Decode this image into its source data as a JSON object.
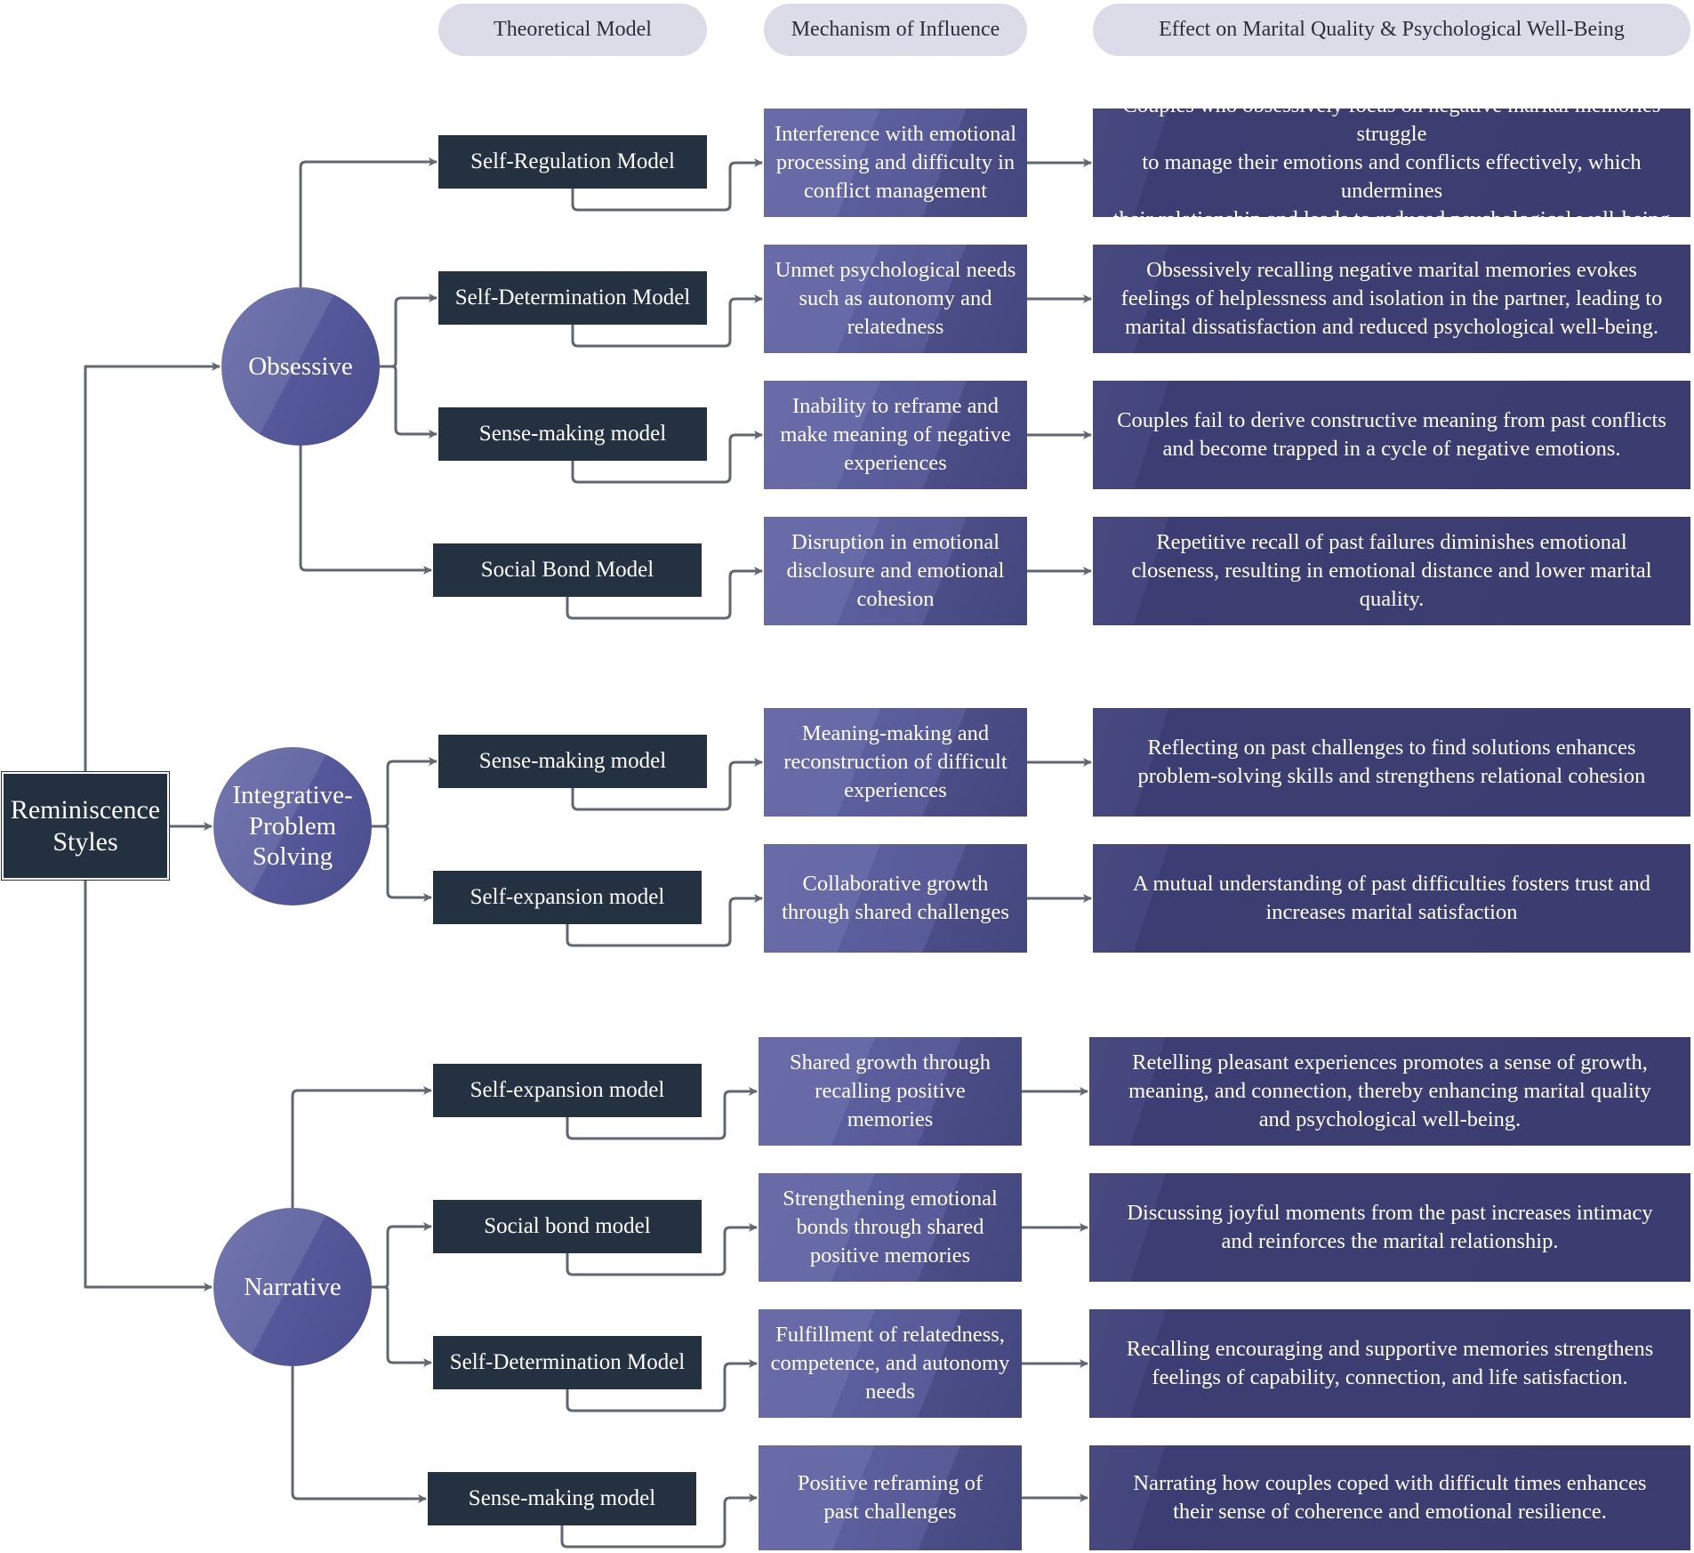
{
  "headers": {
    "theoretical_model": "Theoretical Model",
    "mechanism": "Mechanism of Influence",
    "effect": "Effect on Marital Quality & Psychological Well-Being"
  },
  "root": {
    "label_line1": "Reminiscence",
    "label_line2": "Styles"
  },
  "colors": {
    "root_fill": "#233040",
    "model_fill": "#243140",
    "circle_fill": "#6568a4",
    "mechanism_fill": "#5f62a0",
    "effect_fill": "#3e4075",
    "connector": "#5f6770",
    "header_fill": "#dcdce9"
  },
  "styles": [
    {
      "label_lines": [
        "Obsessive"
      ],
      "branches": [
        {
          "model": "Self-Regulation Model",
          "mechanism": [
            "Interference with emotional",
            "processing and difficulty in",
            "conflict management"
          ],
          "effect": [
            "Couples who obsessively focus on negative marital memories struggle",
            "to manage their emotions and conflicts effectively, which undermines",
            "their relationship and leads to reduced psychological well-being"
          ]
        },
        {
          "model": "Self-Determination Model",
          "mechanism": [
            "Unmet psychological needs",
            "such as autonomy and",
            "relatedness"
          ],
          "effect": [
            "Obsessively recalling negative marital memories evokes",
            "feelings of helplessness and isolation in the partner, leading to",
            "marital dissatisfaction and reduced psychological well-being."
          ]
        },
        {
          "model": "Sense-making model",
          "mechanism": [
            "Inability to reframe and",
            "make meaning of negative",
            "experiences"
          ],
          "effect": [
            "Couples fail to derive constructive meaning from past conflicts",
            "and become trapped in a cycle of negative emotions."
          ]
        },
        {
          "model": "Social Bond Model",
          "mechanism": [
            "Disruption in emotional",
            "disclosure and emotional",
            "cohesion"
          ],
          "effect": [
            "Repetitive recall of past failures diminishes emotional",
            "closeness, resulting in emotional distance and lower marital",
            "quality."
          ]
        }
      ]
    },
    {
      "label_lines": [
        "Integrative-",
        "Problem",
        "Solving"
      ],
      "branches": [
        {
          "model": "Sense-making model",
          "mechanism": [
            "Meaning-making and",
            "reconstruction of difficult",
            "experiences"
          ],
          "effect": [
            "Reflecting on past challenges to find solutions enhances",
            "problem-solving skills and strengthens relational cohesion"
          ]
        },
        {
          "model": "Self-expansion model",
          "mechanism": [
            "Collaborative growth",
            "through shared challenges"
          ],
          "effect": [
            "A mutual understanding of past difficulties fosters trust and",
            "increases marital satisfaction"
          ]
        }
      ]
    },
    {
      "label_lines": [
        "Narrative"
      ],
      "branches": [
        {
          "model": "Self-expansion model",
          "mechanism": [
            "Shared growth through",
            "recalling positive",
            "memories"
          ],
          "effect": [
            "Retelling pleasant experiences promotes a sense of growth,",
            "meaning, and connection, thereby enhancing marital quality",
            "and psychological well-being."
          ]
        },
        {
          "model": "Social bond model",
          "mechanism": [
            "Strengthening emotional",
            "bonds through shared",
            "positive memories"
          ],
          "effect": [
            "Discussing joyful moments from the past increases intimacy",
            "and reinforces the marital relationship."
          ]
        },
        {
          "model": "Self-Determination Model",
          "mechanism": [
            "Fulfillment of relatedness,",
            "competence, and autonomy",
            "needs"
          ],
          "effect": [
            "Recalling encouraging and supportive memories strengthens",
            "feelings of capability, connection, and life satisfaction."
          ]
        },
        {
          "model": "Sense-making model",
          "mechanism": [
            "Positive reframing of",
            "past challenges"
          ],
          "effect": [
            "Narrating how couples coped with difficult times enhances",
            "their sense of coherence and emotional resilience."
          ]
        }
      ]
    }
  ]
}
